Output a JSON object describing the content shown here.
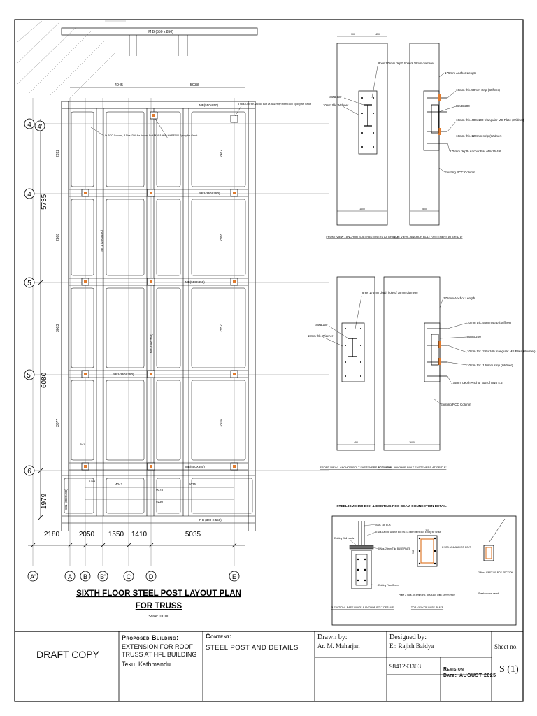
{
  "plan": {
    "title_line1": "SIXTH FLOOR STEEL POST LAYOUT PLAN",
    "title_line2": "FOR TRUSS",
    "scale": "Scale: 1=100",
    "grid_rows": [
      "4'",
      "4",
      "5",
      "5'",
      "6"
    ],
    "grid_cols": [
      "A'",
      "A",
      "B",
      "B'",
      "C",
      "D",
      "E"
    ],
    "left_dims": [
      "5735",
      "6080",
      "1979"
    ],
    "inner_dims": [
      "2692",
      "2868",
      "3003",
      "3077",
      "2467",
      "2968",
      "2957",
      "2916"
    ],
    "bottom_dims": [
      "2180",
      "2050",
      "1550",
      "1410",
      "5035"
    ],
    "top_dims": [
      "4045",
      "5038"
    ],
    "beam_labels": [
      "M B (550 x 850)",
      "MB(550x850)",
      "SB1(250X750)",
      "MB(550X850)",
      "SB1(250X750)",
      "MB(550X850)",
      "F B (300 X 550)",
      "SB 1 (250x450)",
      "MB(450X750)",
      "SB1 (300X450)"
    ],
    "notes": [
      "In RCC Column, 8 Nos. Drill for Anchor Bolt M16 & Hilty Hit RE500 Epoxy for Grout",
      "8 Nos. Drill for Anchor Bolt M16 & Hilty Hit RE500 Epoxy for Grout"
    ],
    "small_dims": [
      "4042",
      "5035",
      "9078",
      "9230",
      "1084",
      "541"
    ]
  },
  "detail1": {
    "front_caption": "FRONT VIEW - ANCHOR BOLT FASTENERS AT GRID D'",
    "side_caption": "SIDE VIEW - ANCHOR BOLT FASTENERS AT GRID D'",
    "front_labels": [
      "8nos 175mm depth hole of 18mm diameter",
      "ISMB 200",
      "10mm thk. Widener"
    ],
    "side_labels": [
      "175mm Anchor Length",
      "10mm thk. 50mm strip (Stiffner)",
      "ISMB 200",
      "10mm thk. 400x100 triangular MS Plate (Widner)",
      "10mm thk. 120mm strip (Widner)",
      "175mm depth Anchor Bar of M16 4.6",
      "Existing RCC Column"
    ],
    "dims": [
      "300",
      "450",
      "1600",
      "500"
    ]
  },
  "detail2": {
    "front_caption": "FRONT VIEW - ANCHOR BOLT FASTENERS AT GRID E'",
    "side_caption": "SIDE VIEW - ANCHOR BOLT FASTENERS AT GRID E'",
    "front_labels": [
      "8nos 175mm depth hole of 18mm diameter",
      "ISMB 200",
      "10mm thk. Widener"
    ],
    "side_labels": [
      "175mm Anchor Length",
      "10mm thk. 50mm strip (Stiffner)",
      "ISMB 200",
      "10mm thk. 265x100 triangular MS Plate (Widner)",
      "10mm thk. 120mm strip (Widner)",
      "175mm depth Anchor Bar of M16 4.6",
      "Existing RCC Column"
    ],
    "dims": [
      "450",
      "1600"
    ]
  },
  "detail3": {
    "title": "STEEL ISMC 150 BOX & EXISTING RCC BEAM CONNECTION DETAIL",
    "elev_caption": "ELEVATION - BASE PLATE & ANCHOR BOLT DETAILS",
    "top_caption": "TOP VIEW OF BASE PLATE",
    "section_caption": "2 Nos. ISMC 150 BOX SECTION",
    "steel_caption": "Steelcolumn detail",
    "plate_note": "Plate 2 Nos. of 8mm thk, 300x300 with 18mm Hole",
    "labels": [
      "ISMC 150 BOX",
      "8 Nos. Drill for Anchor Bolt M16 & Hilty Hit RE500 Epoxy for Grout",
      "Existing Wall Levels",
      "8 Nos. 20mm Thk. BASE PLATE",
      "Existing Floor Beam",
      "8 NOS. M16 ANCHOR BOLT",
      "300",
      "300"
    ]
  },
  "titleblock": {
    "draft": "DRAFT COPY",
    "proposed_label": "Proposed Building:",
    "proposed_value": "EXTENSION FOR ROOF TRUSS AT HFL BUILDING",
    "location": "Teku, Kathmandu",
    "content_label": "Content:",
    "content_value": "STEEL POST AND DETAILS",
    "drawn_label": "Drawn by:",
    "drawn_value": "Ar. M. Maharjan",
    "designed_label": "Designed by:",
    "designed_value": "Er. Rajish Baidya",
    "phone": "9841293303",
    "revision_label": "Revision",
    "date_label": "Date:",
    "date_value": "AUGUST 2025",
    "sheet_label": "Sheet no.",
    "sheet_value": "S (1)"
  }
}
